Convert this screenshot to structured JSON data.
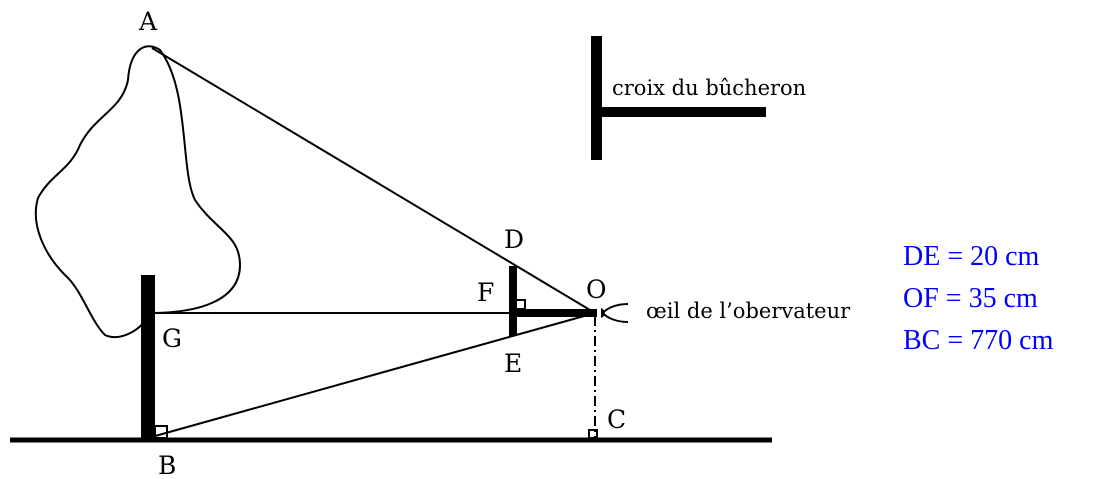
{
  "points": {
    "A": "A",
    "B": "B",
    "C": "C",
    "D": "D",
    "E": "E",
    "F": "F",
    "G": "G",
    "O": "O"
  },
  "labels": {
    "cross": "croix du bûcheron",
    "eye": "œil de l’obervateur"
  },
  "measurements": {
    "de": "DE = 20 cm",
    "of": "OF = 35 cm",
    "bc": "BC = 770 cm"
  },
  "colors": {
    "ink": "#000000",
    "measurement": "#0000ff"
  }
}
